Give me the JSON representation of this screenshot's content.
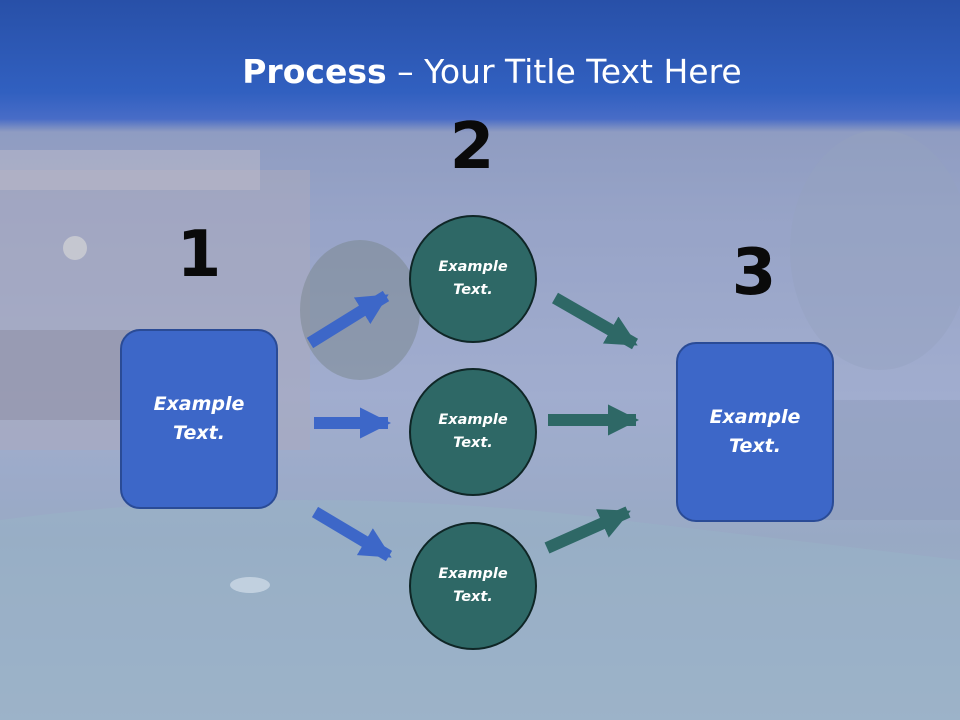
{
  "slide": {
    "title_bold": "Process",
    "title_rest": " – Your Title Text Here",
    "step_numbers": [
      "1",
      "2",
      "3"
    ],
    "left_box_text": "Example\nText.",
    "right_box_text": "Example\nText.",
    "circles": [
      {
        "text": "Example\nText."
      },
      {
        "text": "Example\nText."
      },
      {
        "text": "Example\nText."
      }
    ]
  },
  "colors": {
    "title_bar": "#3160c0",
    "box_fill": "#3d67c8",
    "circle_fill": "#2e6866",
    "blue_arrow": "#3d67c8",
    "teal_arrow": "#2e6866"
  }
}
